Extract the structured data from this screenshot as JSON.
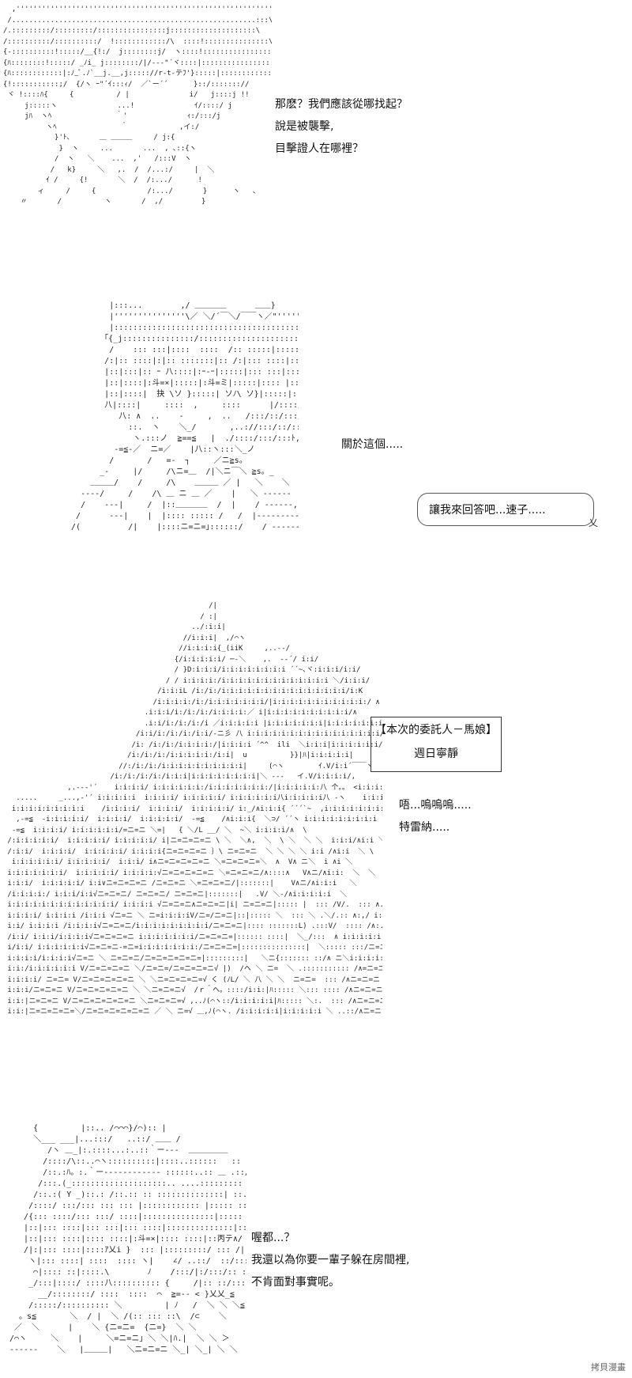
{
  "panel1": {
    "art": "  ,'''''''''''''''''''''''''''''''''''''''''''''''''''''''''''''''''\\\n /.........................................................:::\\\n/.:::::::::/:::::::::/::::::::::::::::j::::::::::::::::::::\\\n/::::::::::/::::::::::/  !::::::::::::/\\  ::::!:::::::::::::::\\\n{-::::::::::!:::::/__{!:/  j::::::::j/  ヽ::::!::::::::::::::::|\n{ﾊ::::::::!:::::/ _ﾉi_ j::::::::/|/--‐\"´ヾ::::|:::::::::::::::::j\n{ﾊ::::::::::::|:ﾉ_ﾟ.ﾉ`__j.__,j::::://r‐t-テﾌ'}:::::|::::::::::::/\n{!:::::::::::;/  {/ヽ ｰ\"´ｲ:::ｨ/  ／`ー´´      }::/::::::://\n ヾ !::::ﾊ{     {          / |              i/   j::::j !!\n     j:::::ヽ              ...!              ｲ/::::/ j\n     jﾊ  ヽﾍ               ｀'              ｨ:/:::/j\n          ヽﾍ               ｀            ,イ:/\n            }'ﾄ、      ＿ ＿＿＿     / j:{\n             }  ヽ     ...       ...  , ､::{ヽ\n            /  ヽ   ＼    ...  ,'   /:::V  ヽ\n           /   k}     ＼   ,.  /  /...:/     |  ＼\n          ｲ /     {!       ＼  /  /:.../      !\n        ィ     /     {            /:.../       }      ヽ   ､\n    〃       /          ヽ       /  ,/         }",
    "lines": [
      "那麽？我們應該從哪找起？",
      "說是被襲擊,",
      "目擊證人在哪裡？"
    ]
  },
  "panel2": {
    "art": "          |:::...        ,/ ＿＿＿＿      ＿＿}\n          |'''''''''''''''\\／ ＼/´￣＼/￣￣ヽ／\"''''''''|\n          |:::::::::::::::::::::::::::::::::::::::::::::::::::V::::|\n         ｢{_j:::::::::::::::/::::::::::::::::::::::::::::::::::::::|￣ヽ\n          /    ::: :::|::::  ::::  /:: :::::|::::::  :::|\n         /:|:: ::::|:|:: :::::::|:: /:|::: ::::|:: :::|::|\n         |::|:::|:: ｰ 八::::|:ｰ‐ｰ|:::::|::: :::|:::::|:::: 乂_\n         |::|::::|:斗=×|:::::|:斗=ミ|:::::|:::: |::|:::{:ヽ\n         |::|::::|  抉 \\ソ }:::::| ソﾉ\\ ソ}|:::::|::/:|::|:::/\n         八|::::|     ::::  ,     ::::      |/::::/:::/:八|\n            八: ∧  ..    ‐     ,  ..   /:::/::/:::/:::/\n              ::.  ヽ    ＼_/       ,..://:::/::/:: :/:.(\n               ヽ.:::ノ  ≧==≦   |  ./::::/:::/:::ﾄ,:'\n           -=≦-／  ニ=／    |八::ヽ:::＼_ノ\n          /       /   =-  ┐     ／ニ≧s。\n        _-     |/     /\\ニ=＿  /|＼ニ￣＼ ≧s。_\n      ＿＿＿/    /     /\\    ＿＿＿ ／ |   ＼    ＼    ￣\n    ‐‐‐‐/     /    /\\ ＿ ニ ＿ ／    |   ＼ ‐‐‐‐‐‐\n    /    ‐‐‐|     /  |::＿＿＿＿  /  |    / ‐‐‐‐‐‐,\n   /      ‐‐‐|    |  |:::: ::::: /   /  |‐‐‐‐‐‐‐‐‐\n  /(          /|    |::::ニ=ニ=｣::::::/    / ‐‐‐‐‐‐  |",
    "narration": "關於這個.....",
    "bubble": "讓我來回答吧...速子....."
  },
  "panel3": {
    "art": "                                                /|\n                                              / :|\n                                            ../:i:i|\n                                          //i:i:i|  ,/⌒ヽ\n                                         //i:i:i:i{_(iiK     ,..-‐/\n                                        {/i:i:i:i:i/ ─‐＼    ,.  -‐´/ i:i/\n                                        / }D:i:i:i/i:i:i:i:i:i:i:i ´´~､ヾ:i:i:i/i:i/\n                                      / / i:i:i:i:/i:i:i:i:i:i:i:i:i:i:i:i:i ＼/i:i:i/\n                                    /i:i:iL /i:/i:/i:i:i:i:i:i:i:i:i:i:i:i:i:i:i/i:K\n                                   /i:i:i:i:/i:/i:i:i:i:i:i:i/|i:i:i:i:i:i:i:i:i:i:i:/ ∧\n                                 .i:i:i/i:/i:/i:/i:i:i:i:／ i|i:i:i:i:i:i:i:i:i:i/∧\n                                 .i:i/i:/i:/i:/i ／i:i:i:i:i |i:i:i:i:i:i:i|i:i:i:i:i:i:i:i:i/∧\n                               /i:i/i:/i:/i:/i:i/-ニ彡 八 i:i:i:i:i:i:i:i:i:i:i:i:i:i:i:i/ﾊ\n                              /i: /i:/i:/i:i:i:i:/|i:i:i:i ´^^  ili  ＼i:i:i|i:i:i:i:i:i/\\\n                             /i:/i:/i:/i:i:i:i:i:/i:i|  u          }}|ﾊ|i:i:i:i:i|       ノ|\n                           //:/i:/i:/i:i:i:i:i:i:i:i:i:i|     (⌒ヽ        ｲ.V/i:i´￣￣ヽ\n                         /i:/i:/i:/i:/i:i:i|i:i:i:i:i:i:i:i|＼ ‐‐‐   イ.V/i:i:i:i/,\n               ,.--‐'´    i:i:i:i/ i:i:i:i:i:i:/i:i:i:i:i:i:i:/|i:i:i:i:i:八 个。。 <i:i:i:i:i:iV/i:i:i/,\n   .....     _...,-'´ i:i:i:i:i  i:i:i:i/ i:i:i:i:i/ i:i:i:i:i:i八i:i:i:i:i八 ‐ヽ    i:i:i:i:i:i:i:i:i:i:i:i:i:i:i:i:i:i:i: |\n  i:i:i:i:i:i:i:i:i    /i:i:i:i/  i:i:i:i/  i:i:i:i:i/ i:_/∧i:i:i{ ´´´`~  ,i:i:i:i:i:i:i:i:i:i:i:ヽi ￣ニ=-  _ ミ)\n   ,-=≦  -i:i:i:i:i/  i:i:i:i/  i:i:i:i:i/  -=≦    /∧i:i:i{  ＼⊃/ ´´ヽ i:i:i:i:i:i:i:i:i  ~､ ´´～\n  -=≦  i:i:i:i/ i:i:i:i:i:i/=ニ=ニ ＼=|   { ＼/L __/ ＼  ~＼ i:i:i:i/∧  \\\n /:i:i:i:i:i/  i:i:i:i:i/ i:i:i:i:i/ i|ニ=ニ=ニ=ニ \\ ＼  ＼∧,  ＼  \\ ＼  ＼ ＼  i:i:i/∧i:i ＼ ＼\n /:i:i/  i:i:i:i/  i:i:i:i:i/ i:i:i:i{ニ=ニ=ニ=ニ ｝\\ ニ=ニ=ニ  ＼ ＼ ＼ ＼ i:i /∧i:i  ＼ \\\n  i:i:i:i:i:i/ i:i:i:i:i/  i:i:i/ i∧ニ=ニ=ニ=ニ=ニ ＼=ニ=ニ=ニ=＼  ∧  V∧ ニ＼  i ∧i ＼\n i:i:i:i:i:i:i/  i:i:i:i:i/ i:i:i:i:√ニ=ニ=ニ=ニ=ニ ＼=ニ=ニ=ニ/∧::::∧   V∧ニ/∧i:i:  ＼  ＼\n i:i:i/  i:i:i:i:i/ i:i∨ニ=ニ=ニ=ニ /ニ=ニ=ニ ＼=ニ=ニ=ニ/|:::::::|    V∧ニ/∧i:i:i   ＼\n /i:i:i:i:/ i:i:i/i:i√ニ=ニ=ニ/ ニ=ニ=ニ/ ニ=ニ=ニ|:::::::|   .V/ ＼-/∧i:i:i:i:i  ＼\n i:i:i:i:i:i:i:i:i:i:i:i:i/ i:i:i:i √ニ=ニ=ニ∧ニ=ニ=ニ|i| ニ=ニ=ニ|::::: |  ::: /V/.  ::: ∧.:i:i  iii ＼\n i:i:i:i/ i:i:i:i /i:i:i √ニ=ニ ＼ ニ=i:i:i:iV/ニ=/ニ=ニ|::|::::: ＼  ::: ＼ .＼/.:: ∧:,/ i:i:i  iii\n i:i/ i:i:i:i /i:i:i:i√ニ=ニ=ニ/i:i:i:i:i:i:i:i:i/ニ=ニ=ニ|:::: :::::::L) .:::V/  :::: /∧:._/i:i:i:i:i  ＼\n /i:i/ i:i:i/i:i:i:i√ニ=ニ=ニ=ニ i:i:i:i:i:i:i/ニ=ニ=ニ=|:::::: ::::|  ＼_/:::  ∧ i:i:i:i:i:i  ＼\n i/i:i/ i:i:i:i:i:i√ニ=ニ=ニ-=ニ=i:i:i:i:i:i:i:/ニ=ニ=ニ=|:::::::::::::::|  ＼::::: :::/ニ=ニ=  ＼i:i:i:i:i:i  ＼\n i:i:i:i/i:i:i:i√ニ=ニ ＼ ニ=ニ=ニ/ニ=ニ=ニ=ニ=ニ=|:::::::::|   ＼ニ{::::::: ::/∧ ニ＼i:i:i:i:i:i\n i:i:/i:i:i:i:i:i V/ニ=ニ=ニ=ニ ＼/ニ=ニ=/ニ=ニ=ニ=ニ√ |)  /ヘ ＼ ニ=  ＼ .::::::::::: /∧=ニ=ニ ＼i\n i:i:i:i/ ニ=ニ= V/ニ=ニ=ニ=ニ=ニ ＼ ＼ニ=ニ=ニ=ニ=√ く (ﾉL/ ＼ 八 ＼ ＼  ニ=ニ=  ::: /∧ニ=ニ=ニ\n i:i:i/ニ=ニ=ニ V/ニ=ニ=ニ=ニ=ニ ＼ ＼ニ=ニ=ニ√  /ｒ＾ヘ。::::/i:i:|ﾊ::::: ＼::: :::: /∧ニ=ニ=ニ\n i:i:|ニ=ニ=ニ V/ニ=ニ=ニ=ニ=ニ=ニ ＼ニ=ニ=ニ=√ ,..ﾉ(⌒ヽ::/i:i:i:i:i|ﾊ::::: ＼:.  ::: /∧ニ=ニ=ニ\n i:i:|ニ=ニ=ニ=ニ=＼/ニ=ニ=ニ=ニ=ニ=ニ ／ ＼ ニ=√ ＿,ﾉ(⌒ヽ. /i:i:i:i:i|i:i:i:i:i ＼ ..::/∧ニ=ニ",
    "info_title": "【本次的委託人－馬娘】",
    "info_name": "週日寧靜",
    "lines": [
      "唔...嗚嗚嗚.....",
      "特雷納....."
    ]
  },
  "panel4": {
    "art": "     {         |::.. /⌒⌒⌒}/⌒):: |\n     ＼___ ___|...:::/   ..::/ ＿＿ /\n        /ヽ ＿_|:.::::...:..::｀ー‐‐‐  ＿＿＿＿＿\n       /::::/\\::..⌒ヽ::::::::::|::::..::::::   :: :: ::::/\n       /::.:ﾊ。:.｀ー‐‐‐‐‐‐‐‐‐‐‐‐ ::::::..:: ＿ .::/\n      /:::.(_::::::::::::::::::::.. ....::::::::: :::: .≦＿｣\n     /::.:( Y _)::.: /::.:: :: ::::::::::::::| ::.: ＼\n    /::::/ :::/::: ::: ::: |:::::::::::: |::::: :: ::::|::::..\n   /{::: ::::/::: :::/ ::::|:::::::::::::::|::::: :: ::::|:: ::::|\n   |::|::: ::::|::: :::|::: ::::|::::::::::::::|::::: ::‐‐‐/ :|::|\n   |::|::: ::::|:::: ::::|:斗=×|:::: ::::|::丙テ∧/\n   /|:|::: ::::|::::ｱ乂i }  ::: |:::::::::/ ::: /| |::|\n    ヽ|::: ::::| ::::  :::: ヽ|    ∠/ ..::/  ::/::: ::::|\n     ⌒|:::: ::|::::.\\        ﾉ    /:::/|:/:::/:: :  ヽ\n    _/:::|::::/ ::::八:::::::::: {     /|:: ::/::::/ ::ヽ\n      __/::::::::/ ::::  ::::  ⌒  ≧=‐‐ < }乂乂_≦\n    /:::::/:::::::::: ＼         | ﾉ   /  ＼ ＼ ＼≦\n  。s≦       ＼  / |  ＼ /(:: ::: ::\\  /⊂    ＼\n ／  ＼      |    ＼ {ニ=ニ=  {ニ=}  ＼ ＼\n/⌒ヽ     ＼    |     ＼=ニ=ニ｣ ＼ ＼|ﾊ.|  ＼ ＼ ＞\n‐‐‐‐‐‐    ＼   |＿＿＿|   ＼ニ=ニ=ニ ＼_| ＼_| ＼ ＼",
    "lines": [
      "喔都...？",
      "我還以為你要一輩子躲在房間裡,",
      "不肯面對事實呢。"
    ]
  },
  "watermark": "拷貝漫畫"
}
